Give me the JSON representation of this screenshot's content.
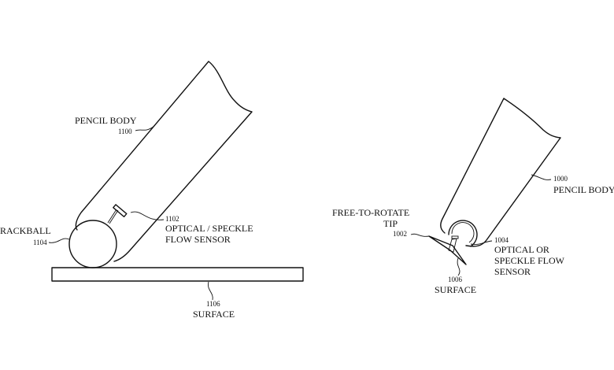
{
  "figure_left": {
    "pencil_body_label": "PENCIL BODY",
    "pencil_body_ref": "1100",
    "sensor_ref": "1102",
    "sensor_label_line1": "OPTICAL / SPECKLE",
    "sensor_label_line2": "FLOW SENSOR",
    "trackball_label": "RACKBALL",
    "trackball_ref": "1104",
    "surface_ref": "1106",
    "surface_label": "SURFACE"
  },
  "figure_right": {
    "pencil_body_ref": "1000",
    "pencil_body_label": "PENCIL BODY",
    "tip_label_line1": "FREE-TO-ROTATE",
    "tip_label_line2": "TIP",
    "tip_ref": "1002",
    "sensor_ref": "1004",
    "sensor_label_line1": "OPTICAL OR",
    "sensor_label_line2": "SPECKLE FLOW",
    "sensor_label_line3": "SENSOR",
    "surface_ref": "1006",
    "surface_label": "SURFACE"
  }
}
